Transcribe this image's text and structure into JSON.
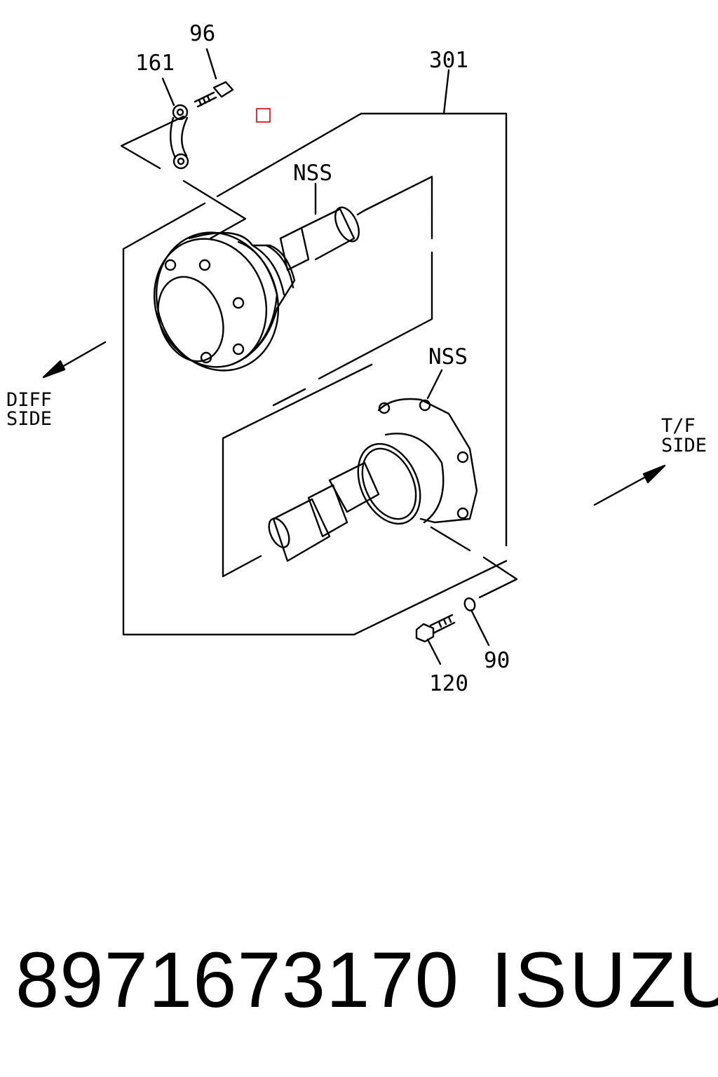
{
  "callouts": {
    "c96": "96",
    "c161": "161",
    "c301": "301",
    "nss_upper": "NSS",
    "nss_lower": "NSS",
    "c90": "90",
    "c120": "120"
  },
  "side_labels": {
    "diff_line1": "DIFF",
    "diff_line2": "SIDE",
    "tf_line1": "T/F",
    "tf_line2": "SIDE"
  },
  "footer": {
    "part_number": "8971673170",
    "brand": "ISUZU"
  },
  "colors": {
    "line": "#000000",
    "marker": "#e0303a"
  }
}
